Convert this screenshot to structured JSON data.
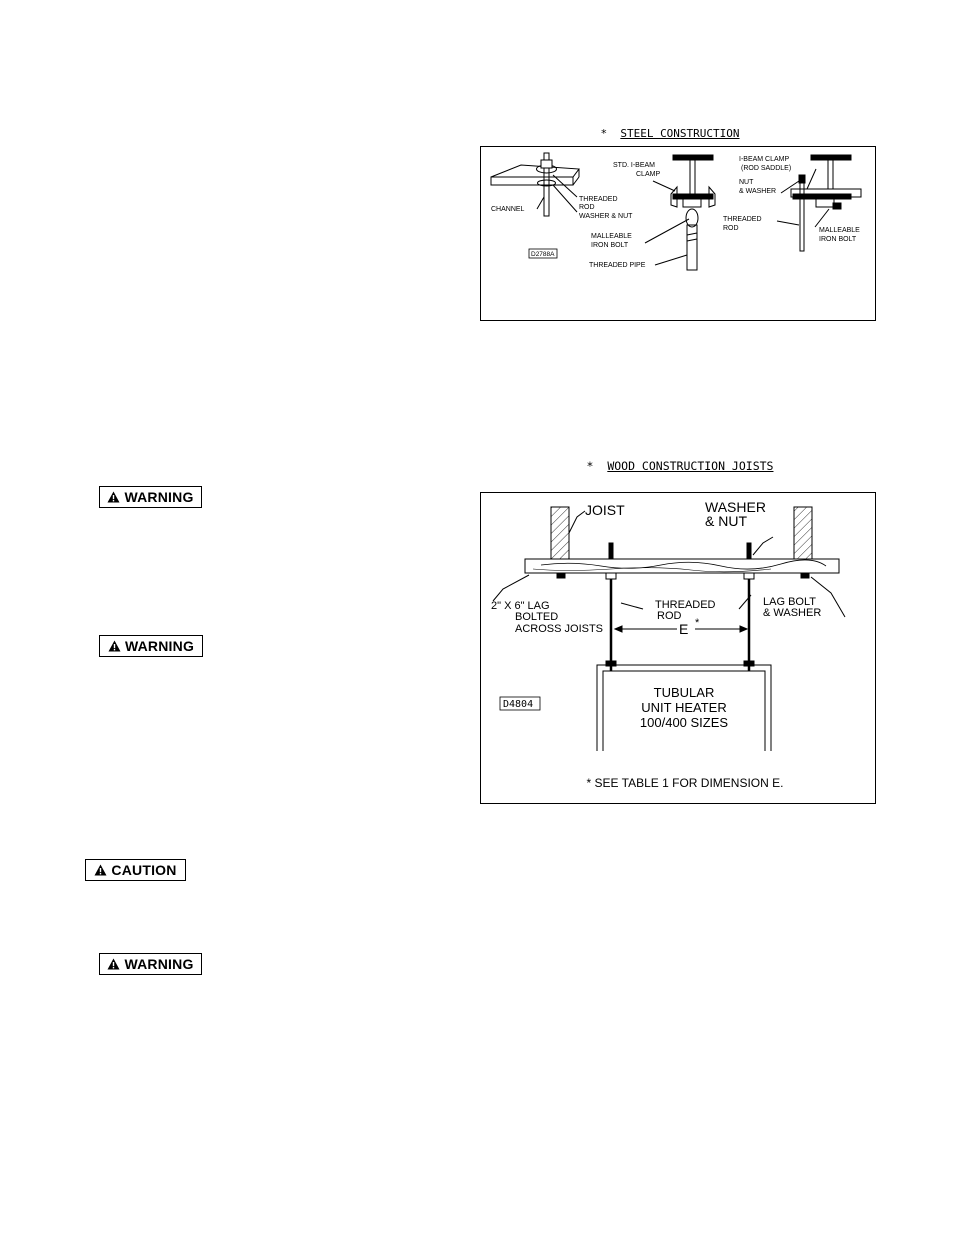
{
  "badges": {
    "warning": "WARNING",
    "caution": "CAUTION"
  },
  "steel": {
    "caption_prefix": "*",
    "caption": "STEEL CONSTRUCTION",
    "code": "D2788A",
    "labels": {
      "channel": "CHANNEL",
      "threaded_rod_1": "THREADED",
      "threaded_rod_2": "ROD",
      "washer_nut": "WASHER & NUT",
      "std_ibeam_1": "STD. I-BEAM",
      "std_ibeam_2": "CLAMP",
      "malleable_1": "MALLEABLE",
      "malleable_2": "IRON BOLT",
      "threaded_pipe": "THREADED PIPE",
      "ibeam_clamp_1": "I-BEAM CLAMP",
      "ibeam_clamp_2": "(ROD SADDLE)",
      "nut_washer_1": "NUT",
      "nut_washer_2": "& WASHER",
      "threaded_rod_b1": "THREADED",
      "threaded_rod_b2": "ROD",
      "malleable_b1": "MALLEABLE",
      "malleable_b2": "IRON BOLT"
    }
  },
  "wood": {
    "caption_prefix": "*",
    "caption": "WOOD CONSTRUCTION JOISTS",
    "code": "D4804",
    "labels": {
      "joist": "JOIST",
      "washer_1": "WASHER",
      "washer_2": "& NUT",
      "lag_1": "2\" X 6\" LAG",
      "lag_2": "BOLTED",
      "lag_3": "ACROSS JOISTS",
      "threaded_1": "THREADED",
      "threaded_2": "ROD",
      "lagbolt_1": "LAG BOLT",
      "lagbolt_2": "& WASHER",
      "dim_e": "E",
      "dim_star": "*",
      "heater_1": "TUBULAR",
      "heater_2": "UNIT HEATER",
      "heater_3": "100/400 SIZES",
      "note": "* SEE TABLE 1 FOR DIMENSION E."
    }
  }
}
